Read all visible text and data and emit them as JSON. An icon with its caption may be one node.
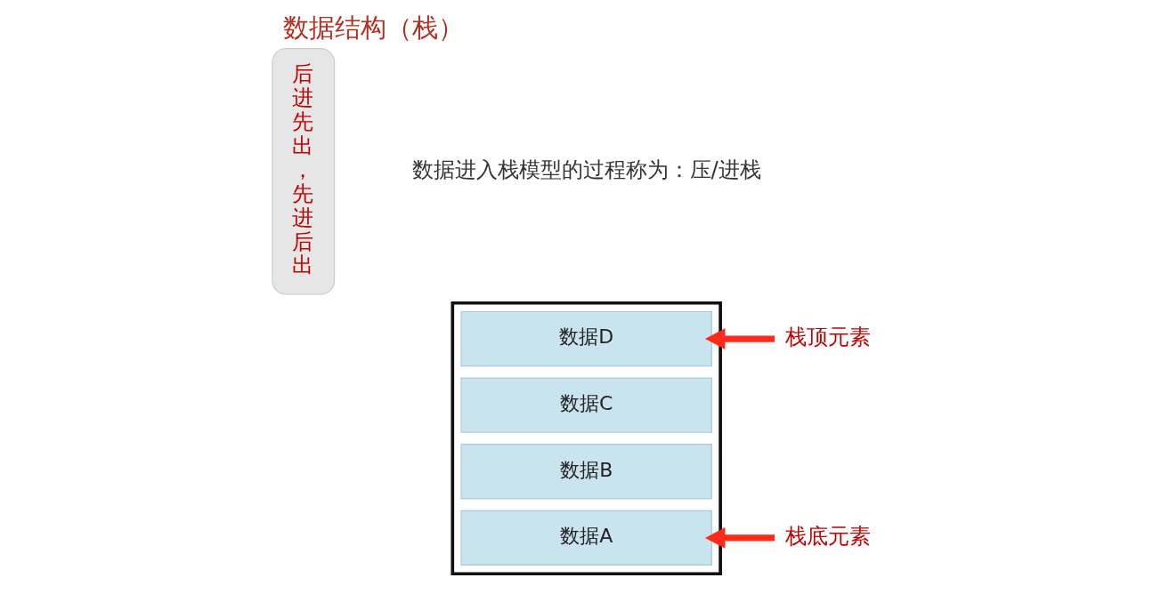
{
  "diagram": {
    "title": "数据结构（栈）",
    "nodes": [
      {
        "text": [
          "后进先出，先进后出"
        ]
      },
      {
        "text": [
          "栈顶元素"
        ]
      },
      {
        "text": [],
        "shape": "box"
      },
      {
        "text": [
          "数据D"
        ],
        "in": 2
      },
      {
        "text": [
          "数据C"
        ],
        "in": 2
      },
      {
        "text": [
          "数据B"
        ],
        "in": 2
      },
      {
        "text": [
          "数据A"
        ],
        "in": 2
      },
      {
        "text": [
          "栈底元素"
        ]
      }
    ],
    "edges": [
      {
        "from": 1,
        "to": 3,
        "arrow": "to"
      },
      {
        "from": 7,
        "to": 6,
        "arrow": "to"
      }
    ],
    "labels": [
      "数据进入栈模型的过程称为：压/进栈"
    ]
  }
}
